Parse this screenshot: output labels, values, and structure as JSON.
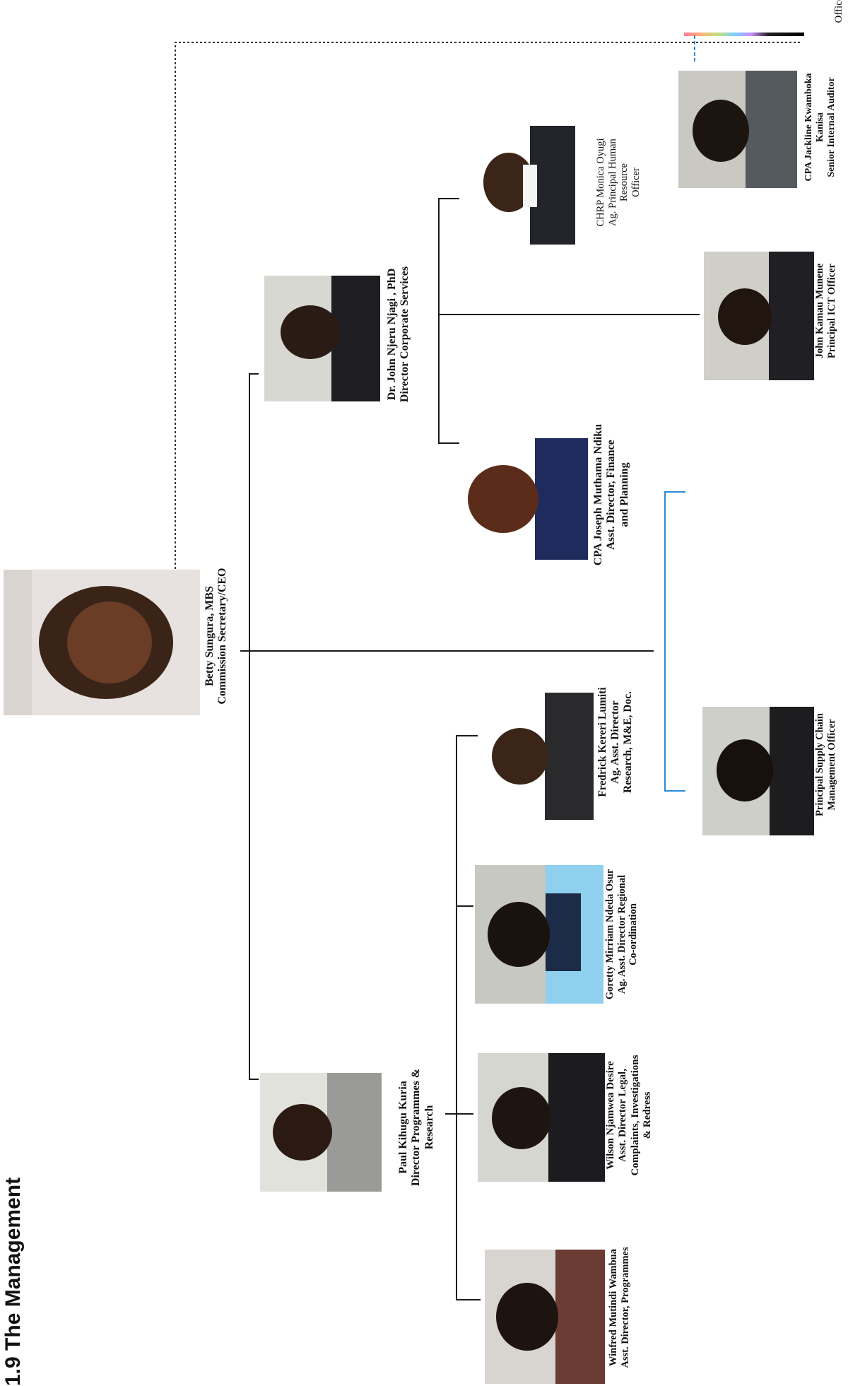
{
  "title": "1.9 The Management",
  "top_right_label": "Officer",
  "people": [
    {
      "id": "ceo",
      "name": "Betty Sungura, MBS",
      "role_lines": [
        "Commission Secretary/CEO"
      ]
    },
    {
      "id": "dir_corp",
      "name": "Dr. John Njeru Njagi , PhD",
      "role_lines": [
        "Director Corporate Services"
      ]
    },
    {
      "id": "hr",
      "name": "CHRP Monica Oyugi",
      "role_lines": [
        "Ag. Principal Human Resource",
        "Officer"
      ]
    },
    {
      "id": "auditor",
      "name": "CPA Jackline Kwamboka",
      "role_lines": [
        "Kanisa",
        "Senior Internal Auditor"
      ]
    },
    {
      "id": "ict",
      "name": "John Kamau Munene",
      "role_lines": [
        "Principal ICT Officer"
      ]
    },
    {
      "id": "finance",
      "name": "CPA Joseph Muthama Ndiku",
      "role_lines": [
        "Asst. Director, Finance",
        "and Planning"
      ]
    },
    {
      "id": "supply",
      "name": "",
      "role_lines": [
        "Principal Supply Chain",
        "Management Officer"
      ]
    },
    {
      "id": "research",
      "name": "Fredrick Kereri Lumiti",
      "role_lines": [
        "Ag. Asst. Director",
        "Research, M&E, Doc."
      ]
    },
    {
      "id": "regional",
      "name": "Goretty Mirriam Ndeda Osur",
      "role_lines": [
        "Ag. Asst. Director Regional",
        "Co-ordination"
      ]
    },
    {
      "id": "legal",
      "name": "Wilson Njamwea Desire",
      "role_lines": [
        "Asst. Director Legal,",
        "Complaints, Investigations",
        "& Redress"
      ]
    },
    {
      "id": "dir_prog",
      "name": "Paul Kihugu Kuria",
      "role_lines": [
        "Director Programmes &",
        "Research"
      ]
    },
    {
      "id": "programmes",
      "name": "Winfred Mutindi Wambua",
      "role_lines": [
        "Asst. Director, Programmes"
      ]
    }
  ],
  "colors": {
    "line": "#1a1a1a",
    "accent_line": "#2a8ad6",
    "text": "#111111"
  }
}
